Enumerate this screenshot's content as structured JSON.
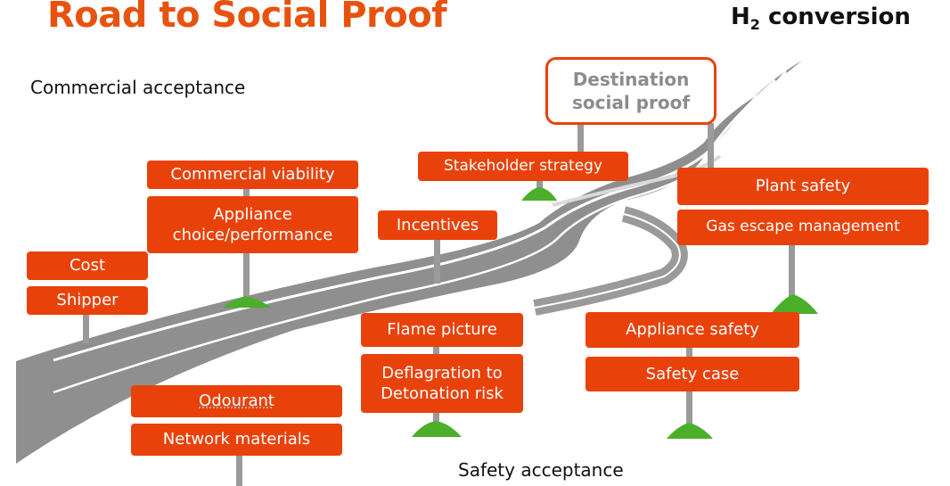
{
  "header": {
    "title": "Road to Social Proof",
    "h2_main": "H",
    "h2_sub": "2",
    "h2_rest": " conversion"
  },
  "categories": {
    "commercial": "Commercial acceptance",
    "safety": "Safety acceptance"
  },
  "destination": {
    "line1": "Destination",
    "line2": "social proof"
  },
  "signs": {
    "commercial_viability": "Commercial viability",
    "appliance_choice_1": "Appliance",
    "appliance_choice_2": "choice/performance",
    "cost": "Cost",
    "shipper": "Shipper",
    "stakeholder_strategy": "Stakeholder strategy",
    "incentives": "Incentives",
    "plant_safety": "Plant safety",
    "gas_escape": "Gas escape management",
    "flame_picture": "Flame picture",
    "deflagration_1": "Deflagration to",
    "deflagration_2": "Detonation risk",
    "appliance_safety": "Appliance safety",
    "safety_case": "Safety case",
    "odourant": "Odourant",
    "network_materials": "Network materials"
  }
}
